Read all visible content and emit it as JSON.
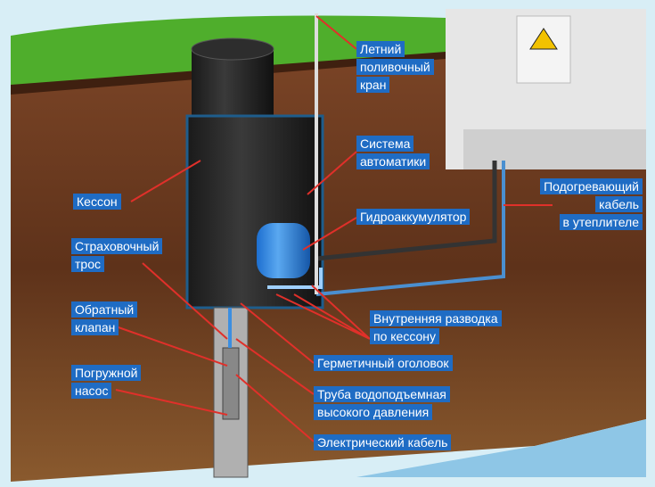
{
  "colors": {
    "label_bg": "#1f6cc4",
    "label_text": "#ffffff",
    "leader": "#e0302a",
    "soil": "#6b3a1e",
    "grass": "#4fae2c"
  },
  "labels": {
    "summer_tap": [
      "Летний",
      "поливочный",
      "кран"
    ],
    "automation": [
      "Система",
      "автоматики"
    ],
    "heating_cable": [
      "Подогревающий",
      "кабель",
      "в утеплителе"
    ],
    "caisson": [
      "Кессон"
    ],
    "accumulator": [
      "Гидроаккумулятор"
    ],
    "safety_rope": [
      "Страховочный",
      "трос"
    ],
    "check_valve": [
      "Обратный",
      "клапан"
    ],
    "pump": [
      "Погружной",
      "насос"
    ],
    "internal_piping": [
      "Внутренняя разводка",
      "по кессону"
    ],
    "wellhead": [
      "Герметичный оголовок"
    ],
    "riser_pipe": [
      "Труба водоподъемная",
      "высокого давления"
    ],
    "electric_cable": [
      "Электрический кабель"
    ]
  }
}
